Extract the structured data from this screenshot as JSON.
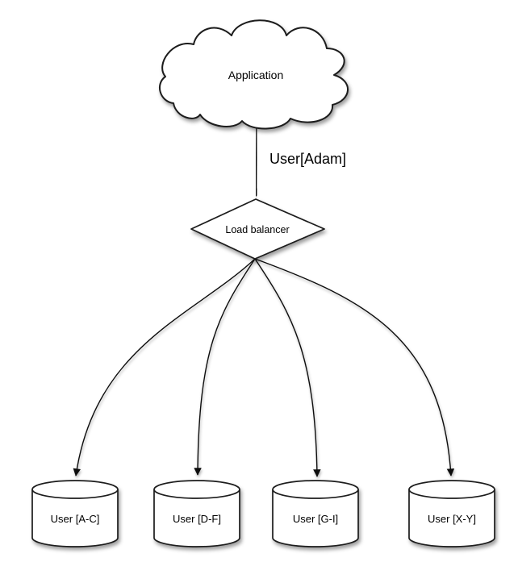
{
  "diagram": {
    "colors": {
      "background": "#ffffff",
      "stroke": "#1a1a1a",
      "text": "#000000"
    },
    "application_node": {
      "label": "Application",
      "shape": "cloud"
    },
    "request_edge": {
      "label": "User[Adam]"
    },
    "load_balancer_node": {
      "label": "Load balancer",
      "shape": "diamond"
    },
    "shards": [
      {
        "label": "User [A-C]",
        "shape": "cylinder"
      },
      {
        "label": "User [D-F]",
        "shape": "cylinder"
      },
      {
        "label": "User [G-I]",
        "shape": "cylinder"
      },
      {
        "label": "User [X-Y]",
        "shape": "cylinder"
      }
    ]
  }
}
